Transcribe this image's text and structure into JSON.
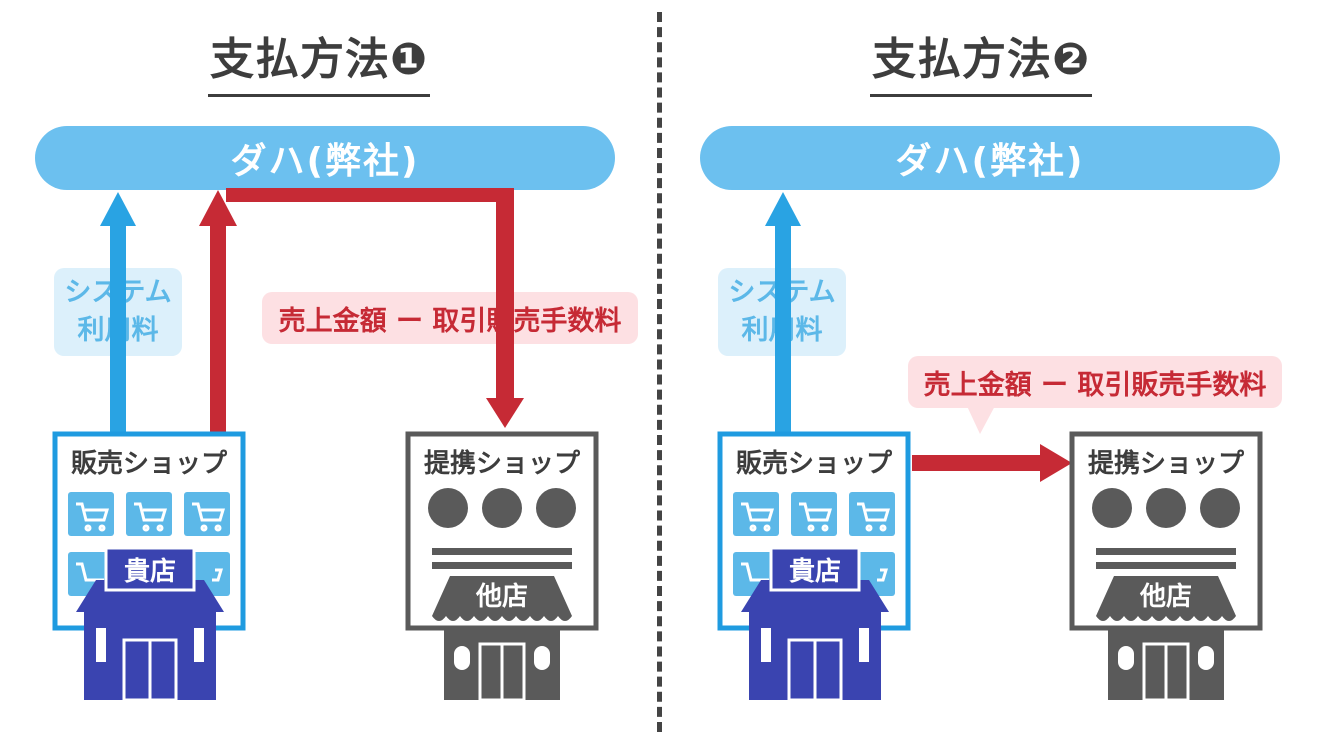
{
  "left_panel": {
    "title": "支払方法❶",
    "company": "ダハ(弊社)",
    "fee_line1": "システム",
    "fee_line2": "利用料",
    "red_label": "売上金額 ー 取引販売手数料",
    "sales_shop": "販売ショップ",
    "partner_shop": "提携ショップ",
    "your_store": "貴店",
    "other_store": "他店"
  },
  "right_panel": {
    "title": "支払方法❷",
    "company": "ダハ(弊社)",
    "fee_line1": "システム",
    "fee_line2": "利用料",
    "red_label": "売上金額 ー 取引販売手数料",
    "sales_shop": "販売ショップ",
    "partner_shop": "提携ショップ",
    "your_store": "貴店",
    "other_store": "他店"
  },
  "colors": {
    "blue": "#6cc0ef",
    "blue_arrow": "#29a3e3",
    "red": "#c62a35",
    "navy_store": "#3a44b0",
    "gray": "#5a5a5a"
  },
  "icons": [
    "cart-icon",
    "storefront-icon"
  ]
}
